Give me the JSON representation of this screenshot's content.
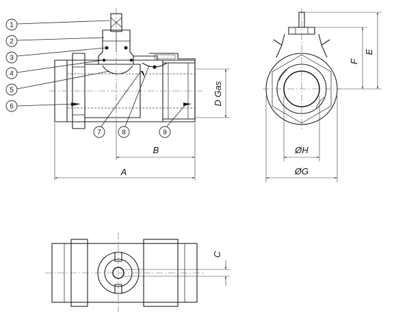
{
  "callouts": [
    {
      "number": "1"
    },
    {
      "number": "2"
    },
    {
      "number": "3"
    },
    {
      "number": "4"
    },
    {
      "number": "5"
    },
    {
      "number": "6"
    },
    {
      "number": "7"
    },
    {
      "number": "8"
    },
    {
      "number": "9"
    }
  ],
  "dimensions": {
    "A": "A",
    "B": "B",
    "D": "D Gas",
    "E": "E",
    "F": "F",
    "H": "ØH",
    "G": "ØG",
    "C": "C"
  }
}
